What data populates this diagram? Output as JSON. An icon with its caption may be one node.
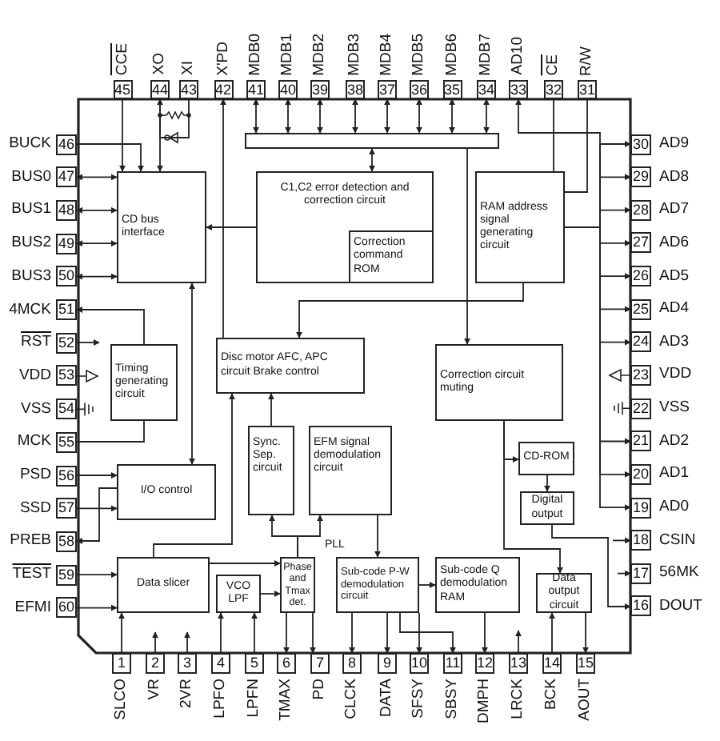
{
  "diagram": {
    "nodes": [
      {
        "text": [
          "45"
        ],
        "beside": [
          "CCE"
        ]
      },
      {
        "text": [
          "44"
        ],
        "beside": [
          "XO"
        ]
      },
      {
        "text": [
          "43"
        ],
        "beside": [
          "XI"
        ]
      },
      {
        "text": [
          "42"
        ],
        "beside": [
          "X'PD"
        ]
      },
      {
        "text": [
          "41"
        ],
        "beside": [
          "MDB0"
        ]
      },
      {
        "text": [
          "40"
        ],
        "beside": [
          "MDB1"
        ]
      },
      {
        "text": [
          "39"
        ],
        "beside": [
          "MDB2"
        ]
      },
      {
        "text": [
          "38"
        ],
        "beside": [
          "MDB3"
        ]
      },
      {
        "text": [
          "37"
        ],
        "beside": [
          "MDB4"
        ]
      },
      {
        "text": [
          "36"
        ],
        "beside": [
          "MDB5"
        ]
      },
      {
        "text": [
          "35"
        ],
        "beside": [
          "MDB6"
        ]
      },
      {
        "text": [
          "34"
        ],
        "beside": [
          "MDB7"
        ]
      },
      {
        "text": [
          "33"
        ],
        "beside": [
          "AD10"
        ]
      },
      {
        "text": [
          "32"
        ],
        "beside": [
          "CE"
        ]
      },
      {
        "text": [
          "31"
        ],
        "beside": [
          "R/W"
        ]
      },
      {
        "text": [
          "46"
        ],
        "beside": [
          "BUCK"
        ]
      },
      {
        "text": [
          "47"
        ],
        "beside": [
          "BUS0"
        ]
      },
      {
        "text": [
          "48"
        ],
        "beside": [
          "BUS1"
        ]
      },
      {
        "text": [
          "49"
        ],
        "beside": [
          "BUS2"
        ]
      },
      {
        "text": [
          "50"
        ],
        "beside": [
          "BUS3"
        ]
      },
      {
        "text": [
          "51"
        ],
        "beside": [
          "4MCK"
        ]
      },
      {
        "text": [
          "52"
        ],
        "beside": [
          "RST"
        ]
      },
      {
        "text": [
          "53"
        ],
        "beside": [
          "VDD"
        ]
      },
      {
        "text": [
          "54"
        ],
        "beside": [
          "VSS"
        ]
      },
      {
        "text": [
          "55"
        ],
        "beside": [
          "MCK"
        ]
      },
      {
        "text": [
          "56"
        ],
        "beside": [
          "PSD"
        ]
      },
      {
        "text": [
          "57"
        ],
        "beside": [
          "SSD"
        ]
      },
      {
        "text": [
          "58"
        ],
        "beside": [
          "PREB"
        ]
      },
      {
        "text": [
          "59"
        ],
        "beside": [
          "TEST"
        ]
      },
      {
        "text": [
          "60"
        ],
        "beside": [
          "EFMI"
        ]
      },
      {
        "text": [
          "30"
        ],
        "beside": [
          "AD9"
        ]
      },
      {
        "text": [
          "29"
        ],
        "beside": [
          "AD8"
        ]
      },
      {
        "text": [
          "28"
        ],
        "beside": [
          "AD7"
        ]
      },
      {
        "text": [
          "27"
        ],
        "beside": [
          "AD6"
        ]
      },
      {
        "text": [
          "26"
        ],
        "beside": [
          "AD5"
        ]
      },
      {
        "text": [
          "25"
        ],
        "beside": [
          "AD4"
        ]
      },
      {
        "text": [
          "24"
        ],
        "beside": [
          "AD3"
        ]
      },
      {
        "text": [
          "23"
        ],
        "beside": [
          "VDD"
        ]
      },
      {
        "text": [
          "22"
        ],
        "beside": [
          "VSS"
        ]
      },
      {
        "text": [
          "21"
        ],
        "beside": [
          "AD2"
        ]
      },
      {
        "text": [
          "20"
        ],
        "beside": [
          "AD1"
        ]
      },
      {
        "text": [
          "19"
        ],
        "beside": [
          "AD0"
        ]
      },
      {
        "text": [
          "18"
        ],
        "beside": [
          "CSIN"
        ]
      },
      {
        "text": [
          "17"
        ],
        "beside": [
          "56MK"
        ]
      },
      {
        "text": [
          "16"
        ],
        "beside": [
          "DOUT"
        ]
      },
      {
        "text": [
          "1"
        ],
        "beside": [
          "SLCO"
        ]
      },
      {
        "text": [
          "2"
        ],
        "beside": [
          "VR"
        ]
      },
      {
        "text": [
          "3"
        ],
        "beside": [
          "2VR"
        ]
      },
      {
        "text": [
          "4"
        ],
        "beside": [
          "LPFO"
        ]
      },
      {
        "text": [
          "5"
        ],
        "beside": [
          "LPFN"
        ]
      },
      {
        "text": [
          "6"
        ],
        "beside": [
          "TMAX"
        ]
      },
      {
        "text": [
          "7"
        ],
        "beside": [
          "PD"
        ]
      },
      {
        "text": [
          "8"
        ],
        "beside": [
          "CLCK"
        ]
      },
      {
        "text": [
          "9"
        ],
        "beside": [
          "DATA"
        ]
      },
      {
        "text": [
          "10"
        ],
        "beside": [
          "SFSY"
        ]
      },
      {
        "text": [
          "11"
        ],
        "beside": [
          "SBSY"
        ]
      },
      {
        "text": [
          "12"
        ],
        "beside": [
          "DMPH"
        ]
      },
      {
        "text": [
          "13"
        ],
        "beside": [
          "LRCK"
        ]
      },
      {
        "text": [
          "14"
        ],
        "beside": [
          "BCK"
        ]
      },
      {
        "text": [
          "15"
        ],
        "beside": [
          "AOUT"
        ]
      },
      {
        "text": [],
        "shape": "bar"
      },
      {
        "text": [
          "CD bus interface"
        ]
      },
      {
        "text": [
          "C1,C2 error detection and correction circuit"
        ]
      },
      {
        "text": [
          "Correction command ROM"
        ],
        "in": 62
      },
      {
        "text": [
          "RAM address signal generating circuit"
        ]
      },
      {
        "text": [
          "Timing generating circuit"
        ]
      },
      {
        "text": [
          "Disc motor AFC, APC circuit Brake control"
        ]
      },
      {
        "text": [
          "Correction circuit muting"
        ]
      },
      {
        "text": [
          "Sync. Sep. circuit"
        ]
      },
      {
        "text": [
          "EFM signal demodulation circuit"
        ]
      },
      {
        "text": [
          "I/O control"
        ]
      },
      {
        "text": [
          "CD-ROM"
        ]
      },
      {
        "text": [
          "Digital output"
        ]
      },
      {
        "text": [
          "Data slicer"
        ]
      },
      {
        "text": [
          "VCO LPF"
        ]
      },
      {
        "text": [
          "Phase and Tmax det."
        ]
      },
      {
        "text": [
          "Sub-code P-W demodulation circuit"
        ]
      },
      {
        "text": [
          "Sub-code Q demodulation RAM"
        ]
      },
      {
        "text": [
          "Data output circuit"
        ]
      }
    ],
    "edges": [
      {
        "from": 0,
        "to": 61,
        "arrow": "to"
      },
      {
        "from": 15,
        "to": 61,
        "arrow": "to"
      },
      {
        "from": 16,
        "to": 61,
        "arrow": "both"
      },
      {
        "from": 17,
        "to": 61,
        "arrow": "both"
      },
      {
        "from": 18,
        "to": 61,
        "arrow": "both"
      },
      {
        "from": 19,
        "to": 61,
        "arrow": "both"
      },
      {
        "from": 65,
        "to": 20,
        "arrow": "to"
      },
      {
        "from": 21,
        "to": null,
        "arrow": "to"
      },
      {
        "from": 24,
        "to": 65,
        "arrow": "none"
      },
      {
        "from": 25,
        "to": 70,
        "arrow": "to"
      },
      {
        "from": 26,
        "to": 70,
        "arrow": "to"
      },
      {
        "from": 70,
        "to": 27,
        "arrow": "to"
      },
      {
        "from": 28,
        "to": 73,
        "arrow": "to"
      },
      {
        "from": 29,
        "to": 73,
        "arrow": "to"
      },
      {
        "from": 45,
        "to": 73,
        "arrow": "to"
      },
      {
        "from": 46,
        "to": null,
        "arrow": "to"
      },
      {
        "from": 47,
        "to": null,
        "arrow": "to"
      },
      {
        "from": 48,
        "to": 74,
        "arrow": "to"
      },
      {
        "from": 49,
        "to": 74,
        "arrow": "to"
      },
      {
        "from": 74,
        "to": 75,
        "arrow": "to"
      },
      {
        "from": 73,
        "to": 75,
        "arrow": "to"
      },
      {
        "from": 75,
        "to": 50,
        "arrow": "to"
      },
      {
        "from": 75,
        "to": 51,
        "arrow": "to"
      },
      {
        "from": 75,
        "to": 68,
        "arrow": "to"
      },
      {
        "from": 75,
        "to": 69,
        "arrow": "to"
      },
      {
        "from": 68,
        "to": 66,
        "arrow": "to"
      },
      {
        "from": 73,
        "to": 66,
        "arrow": "to"
      },
      {
        "from": 69,
        "to": 76,
        "arrow": "to"
      },
      {
        "from": 76,
        "to": 77,
        "arrow": "to"
      },
      {
        "from": 76,
        "to": 52,
        "arrow": "to"
      },
      {
        "from": 76,
        "to": 53,
        "arrow": "to"
      },
      {
        "from": 76,
        "to": 54,
        "arrow": "to"
      },
      {
        "from": 76,
        "to": 55,
        "arrow": "to"
      },
      {
        "from": 77,
        "to": 56,
        "arrow": "to"
      },
      {
        "from": 57,
        "to": null,
        "arrow": "to"
      },
      {
        "from": 58,
        "to": 78,
        "arrow": "to"
      },
      {
        "from": 78,
        "to": 59,
        "arrow": "to"
      },
      {
        "from": 72,
        "to": 44,
        "arrow": "to"
      },
      {
        "from": 71,
        "to": 72,
        "arrow": "to"
      },
      {
        "from": 67,
        "to": 71,
        "arrow": "to"
      },
      {
        "from": 67,
        "to": 78,
        "arrow": "to"
      },
      {
        "from": null,
        "to": 43,
        "arrow": "to"
      },
      {
        "from": null,
        "to": 42,
        "arrow": "to"
      },
      {
        "from": 66,
        "to": 3,
        "arrow": "to"
      },
      {
        "from": 1,
        "to": 61,
        "arrow": "to"
      },
      {
        "from": 64,
        "to": 30,
        "arrow": "to"
      },
      {
        "from": 64,
        "to": 31,
        "arrow": "to"
      },
      {
        "from": 64,
        "to": 32,
        "arrow": "to"
      },
      {
        "from": 64,
        "to": 33,
        "arrow": "to"
      },
      {
        "from": 64,
        "to": 34,
        "arrow": "to"
      },
      {
        "from": 64,
        "to": 35,
        "arrow": "to"
      },
      {
        "from": 64,
        "to": 36,
        "arrow": "to"
      },
      {
        "from": 64,
        "to": 39,
        "arrow": "to"
      },
      {
        "from": 64,
        "to": 40,
        "arrow": "to"
      },
      {
        "from": 64,
        "to": 41,
        "arrow": "to"
      },
      {
        "from": 64,
        "to": 12,
        "arrow": "to"
      },
      {
        "from": 13,
        "to": 64,
        "arrow": "none"
      },
      {
        "from": 14,
        "to": 64,
        "arrow": "none"
      },
      {
        "from": 4,
        "to": 60,
        "arrow": "both"
      },
      {
        "from": 5,
        "to": 60,
        "arrow": "both"
      },
      {
        "from": 6,
        "to": 60,
        "arrow": "both"
      },
      {
        "from": 7,
        "to": 60,
        "arrow": "both"
      },
      {
        "from": 8,
        "to": 60,
        "arrow": "both"
      },
      {
        "from": 9,
        "to": 60,
        "arrow": "both"
      },
      {
        "from": 10,
        "to": 60,
        "arrow": "both"
      },
      {
        "from": 11,
        "to": 60,
        "arrow": "both"
      },
      {
        "from": 60,
        "to": 62,
        "arrow": "both"
      },
      {
        "from": 62,
        "to": 61,
        "arrow": "to"
      },
      {
        "from": 64,
        "to": 66,
        "arrow": "to"
      },
      {
        "from": 60,
        "to": 67,
        "arrow": "to"
      },
      {
        "from": 61,
        "to": 70,
        "arrow": "both"
      },
      {
        "from": 2,
        "to": 1,
        "arrow": "to"
      }
    ],
    "labels": [
      "PLL"
    ]
  }
}
